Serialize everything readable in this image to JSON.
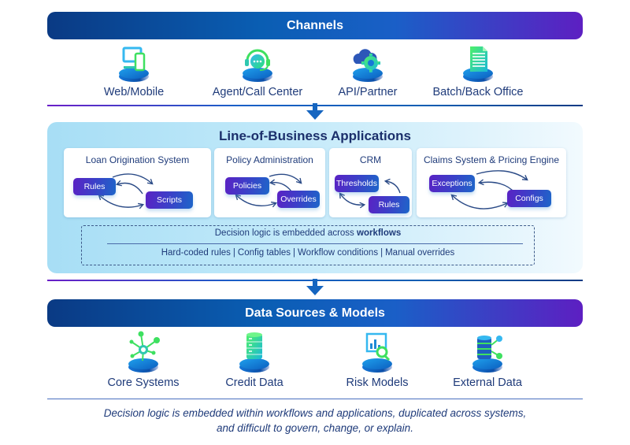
{
  "channels": {
    "title": "Channels",
    "items": [
      {
        "label": "Web/Mobile",
        "icon": "web-mobile-icon"
      },
      {
        "label": "Agent/Call Center",
        "icon": "headset-chat-icon"
      },
      {
        "label": "API/Partner",
        "icon": "cloud-gear-icon"
      },
      {
        "label": "Batch/Back Office",
        "icon": "document-icon"
      }
    ]
  },
  "lob": {
    "title": "Line-of-Business Applications",
    "cards": [
      {
        "title": "Loan Origination System",
        "pills": [
          "Rules",
          "Scripts"
        ]
      },
      {
        "title": "Policy Administration",
        "pills": [
          "Policies",
          "Overrides"
        ]
      },
      {
        "title": "CRM",
        "pills": [
          "Thresholds",
          "Rules"
        ]
      },
      {
        "title": "Claims System & Pricing Engine",
        "pills": [
          "Exceptions",
          "Configs"
        ]
      }
    ],
    "logic": {
      "title_prefix": "Decision logic is embedded across",
      "title_emphasis": "workflows",
      "items": [
        "Hard-coded rules",
        "Config tables",
        "Workflow conditions",
        "Manual overrides"
      ],
      "separator": "|"
    }
  },
  "data_sources": {
    "title": "Data Sources & Models",
    "items": [
      {
        "label": "Core Systems",
        "icon": "network-hub-icon"
      },
      {
        "label": "Credit Data",
        "icon": "database-icon"
      },
      {
        "label": "Risk Models",
        "icon": "chart-magnifier-icon"
      },
      {
        "label": "External Data",
        "icon": "database-share-icon"
      }
    ]
  },
  "caption": {
    "line1": "Decision logic is embedded within workflows and applications, duplicated across systems,",
    "line2": "and difficult to govern, change, or explain."
  },
  "colors": {
    "banner_start": "#0a3a84",
    "banner_mid": "#0a5eb3",
    "banner_end": "#5d1fc2",
    "text_navy": "#1f3b7a",
    "panel_light_blue": "#bfe8f9",
    "accent_green": "#39e05a"
  }
}
